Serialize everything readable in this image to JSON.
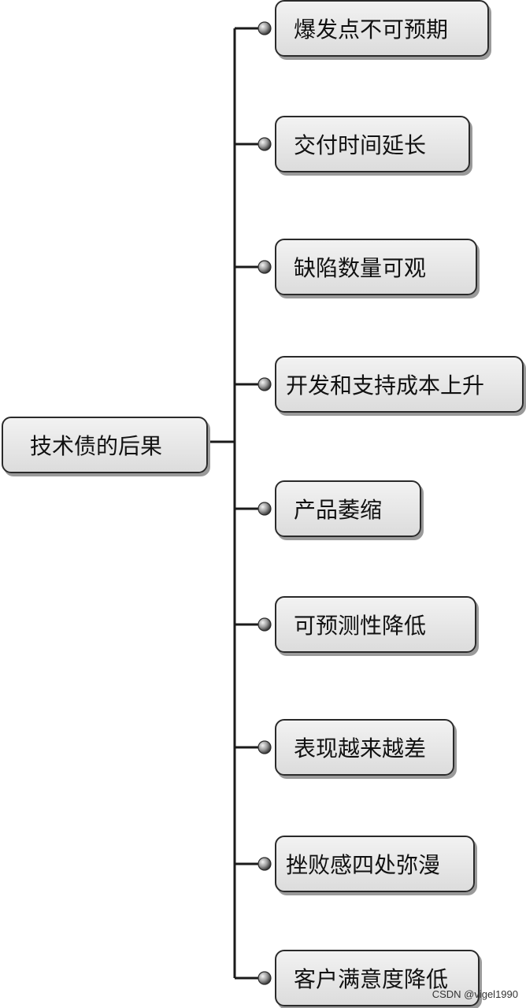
{
  "root": {
    "label": "技术债的后果"
  },
  "branches": [
    {
      "label": "爆发点不可预期"
    },
    {
      "label": "交付时间延长"
    },
    {
      "label": "缺陷数量可观"
    },
    {
      "label": "开发和支持成本上升"
    },
    {
      "label": "产品萎缩"
    },
    {
      "label": "可预测性降低"
    },
    {
      "label": "表现越来越差"
    },
    {
      "label": "挫败感四处弥漫"
    },
    {
      "label": "客户满意度降低"
    }
  ],
  "watermark": "CSDN @vigel1990"
}
